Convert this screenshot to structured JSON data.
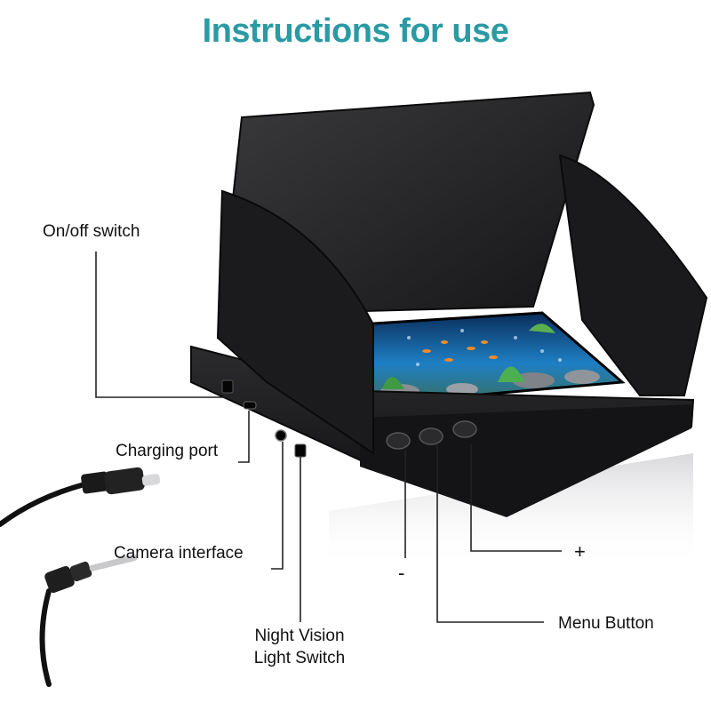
{
  "title": "Instructions for use",
  "labels": {
    "onoff": "On/off switch",
    "charging": "Charging port",
    "camera": "Camera interface",
    "night_line1": "Night Vision",
    "night_line2": "Light Switch",
    "minus": "-",
    "plus": "+",
    "menu": "Menu Button"
  },
  "colors": {
    "title": "#2a9aa3",
    "device_body": "#1d1d1f",
    "water": "#1e7fc4",
    "callout_line": "#222222"
  },
  "icons": {
    "minus_button": "minus-button-icon",
    "menu_button": "menu-button-icon",
    "plus_button": "plus-button-icon"
  }
}
